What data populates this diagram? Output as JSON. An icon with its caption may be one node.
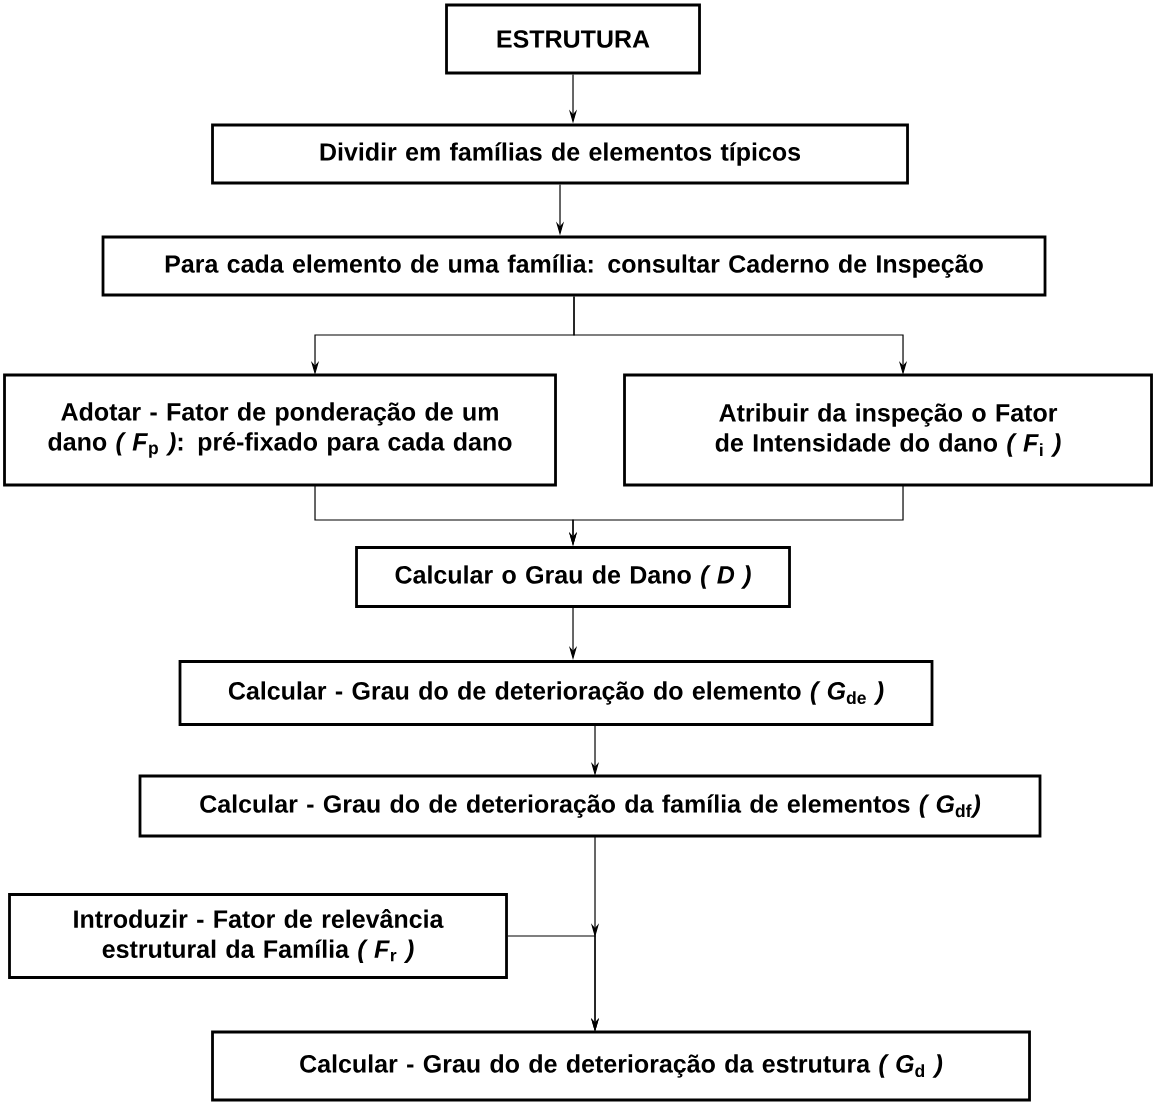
{
  "diagram": {
    "nodes": [
      {
        "text": [
          "ESTRUTURA"
        ]
      },
      {
        "text": [
          "Dividir em famílias de elementos típicos"
        ]
      },
      {
        "text": [
          "Para cada elemento de uma família: consultar Caderno de Inspeção"
        ]
      },
      {
        "text": [
          "Adotar - Fator de ponderação de um dano *( F*$_{p}$ *)*: pré-fixado para cada dano"
        ]
      },
      {
        "text": [
          "Atribuir da inspeção o Fator de Intensidade do dano *( F*$_{i}$ *)*"
        ]
      },
      {
        "text": [
          "Calcular o Grau de Dano *( D )*"
        ]
      },
      {
        "text": [
          "Calcular - Grau do de deterioração do elemento *( G*$_{de}$ *)*"
        ]
      },
      {
        "text": [
          "Calcular - Grau do de deterioração da família de elementos *( G*$_{df}$*)*"
        ]
      },
      {
        "text": [
          "Introduzir - Fator de relevância estrutural da Família *( F*$_{r}$ *)*"
        ]
      },
      {
        "text": [
          "Calcular - Grau do de deterioração da estrutura *( G*$_{d}$ *)*"
        ]
      }
    ],
    "edges": [
      {
        "from": 0,
        "to": 1,
        "arrow": "to"
      },
      {
        "from": 1,
        "to": 2,
        "arrow": "to"
      },
      {
        "from": 2,
        "to": 3,
        "arrow": "to"
      },
      {
        "from": 2,
        "to": 4,
        "arrow": "to"
      },
      {
        "from": 3,
        "to": 5,
        "arrow": "to"
      },
      {
        "from": 4,
        "to": 5,
        "arrow": "to"
      },
      {
        "from": 5,
        "to": 6,
        "arrow": "to"
      },
      {
        "from": 6,
        "to": 7,
        "arrow": "to"
      },
      {
        "from": 7,
        "to": 9,
        "arrow": "to"
      },
      {
        "from": 8,
        "to": 9,
        "arrow": "to"
      }
    ]
  }
}
